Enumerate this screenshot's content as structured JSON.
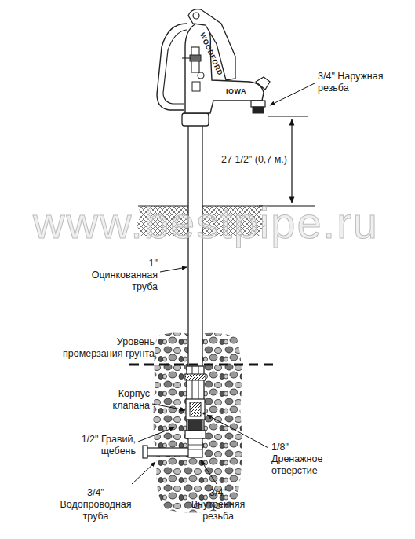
{
  "diagram": {
    "labels": [
      "WOODFORD",
      "IOWA",
      "3/4\" Наружная резьба",
      "27 1/2\" (0,7 м.)",
      "www.bestpipe.ru",
      "1\" Оцинкованная труба",
      "Уровень промерзания грунта",
      "Корпус клапана",
      "1/2\" Гравий, щебень",
      "1/8\" Дренажное отверстие",
      "3/4\" Водопроводная труба",
      "3/4\" Внутренняя резьба"
    ]
  }
}
